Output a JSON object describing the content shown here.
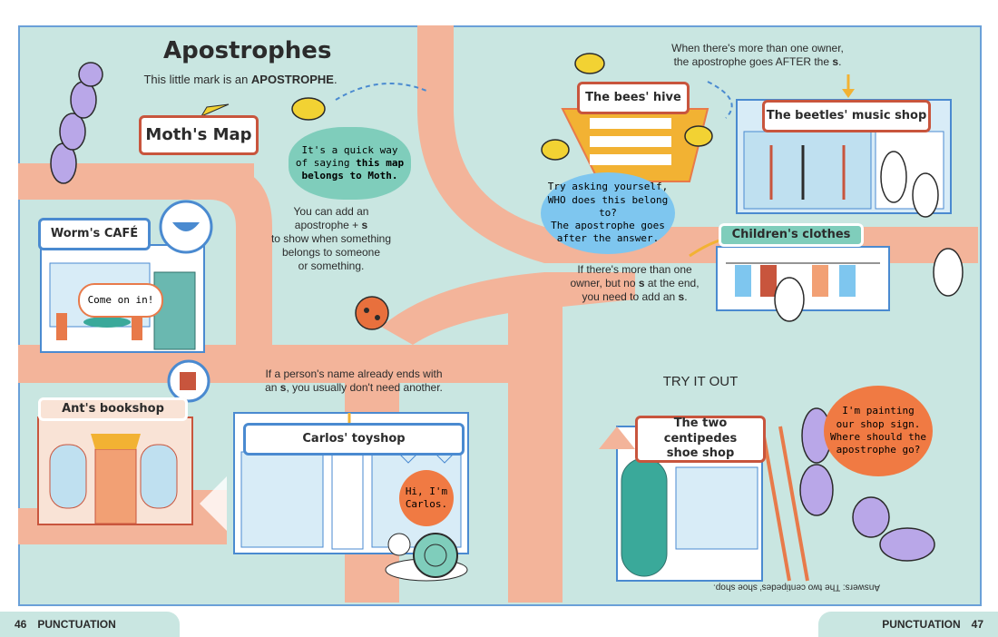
{
  "title": "Apostrophes",
  "intro": {
    "line1_pre": "This little mark is an ",
    "line1_bold": "APOSTROPHE",
    "line1_post": "."
  },
  "moth_sign": "Moth's Map",
  "moth_bubble": {
    "line1": "It's a quick way",
    "line2": "of saying ",
    "bold1": "this map",
    "bold2": "belongs to Moth."
  },
  "add_text": {
    "line1": "You can add an",
    "line2_pre": "apostrophe + ",
    "line2_bold": "s",
    "line3": "to show when something",
    "line4": "belongs to someone",
    "line5": "or something."
  },
  "worm_sign": "Worm's CAFÉ",
  "come_in": "Come on in!",
  "ant_sign": "Ant's bookshop",
  "bees_sign": "The bees' hive",
  "owner_text": {
    "line1": "When there's more than one owner,",
    "line2_pre": "the apostrophe goes AFTER the ",
    "line2_bold": "s",
    "line2_post": "."
  },
  "beetles_sign": "The beetles' music shop",
  "ask_bubble": {
    "line1": "Try asking yourself,",
    "line2": "WHO does this belong to?",
    "line3": "The apostrophe goes",
    "line4": "after the answer."
  },
  "children_sign": "Children's clothes",
  "no_s_text": {
    "line1": "If there's more than one",
    "line2_pre": "owner, but no ",
    "line2_bold": "s",
    "line2_post": " at the end,",
    "line3_pre": "you need to add an ",
    "line3_bold": "s",
    "line3_post": "."
  },
  "carlos_text": {
    "line1": "If a person's name already ends with",
    "line2_pre": "an ",
    "line2_bold": "s",
    "line2_post": ", you usually don't need another."
  },
  "carlos_sign": "Carlos' toyshop",
  "carlos_bubble": {
    "line1": "Hi, I'm",
    "line2": "Carlos."
  },
  "try_it": "TRY IT OUT",
  "centipede_sign": {
    "line1": "The two centipedes",
    "line2": "shoe shop"
  },
  "painting_bubble": {
    "line1": "I'm painting",
    "line2": "our shop sign.",
    "line3": "Where should the",
    "line4": "apostrophe go?"
  },
  "answer": "Answers: The two centipedes' shoe shop.",
  "footer_left": {
    "page": "46",
    "section": "PUNCTUATION"
  },
  "footer_right": {
    "page": "47",
    "section": "PUNCTUATION"
  },
  "colors": {
    "map": "#c9e6e1",
    "road": "#f3b49a",
    "accent": "#c8553d",
    "bubble_teal": "#7fcdbb",
    "bubble_blue": "#7ec6ef",
    "bubble_orange": "#f07a43",
    "border": "#6aa0d8"
  }
}
